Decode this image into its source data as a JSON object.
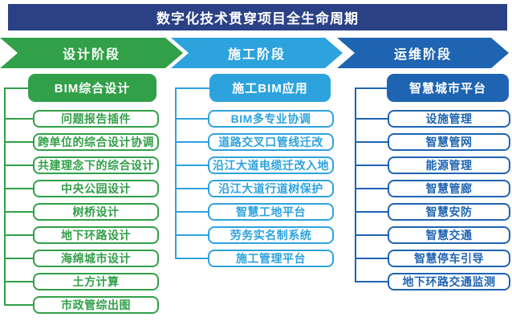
{
  "title": "数字化技术贯穿项目全生命周期",
  "colors": {
    "title_bg": "#2a4186",
    "design_green": "#31a048",
    "construction_blue": "#2da3de",
    "operation_blue": "#1f64b2"
  },
  "phases": [
    {
      "name": "设计阶段",
      "color": "#31a048",
      "header": "BIM综合设计",
      "items": [
        "问题报告插件",
        "跨单位的综合设计协调",
        "共建理念下的综合设计",
        "中央公园设计",
        "树桥设计",
        "地下环路设计",
        "海绵城市设计",
        "土方计算",
        "市政管综出图"
      ]
    },
    {
      "name": "施工阶段",
      "color": "#2da3de",
      "header": "施工BIM应用",
      "items": [
        "BIM多专业协调",
        "道路交叉口管线迁改",
        "沿江大道电缆迁改入地",
        "沿江大道行道树保护",
        "智慧工地平台",
        "劳务实名制系统",
        "施工管理平台"
      ]
    },
    {
      "name": "运维阶段",
      "color": "#1f64b2",
      "header": "智慧城市平台",
      "items": [
        "设施管理",
        "智慧管网",
        "能源管理",
        "智慧管廊",
        "智慧安防",
        "智慧交通",
        "智慧停车引导",
        "地下环路交通监测"
      ]
    }
  ]
}
